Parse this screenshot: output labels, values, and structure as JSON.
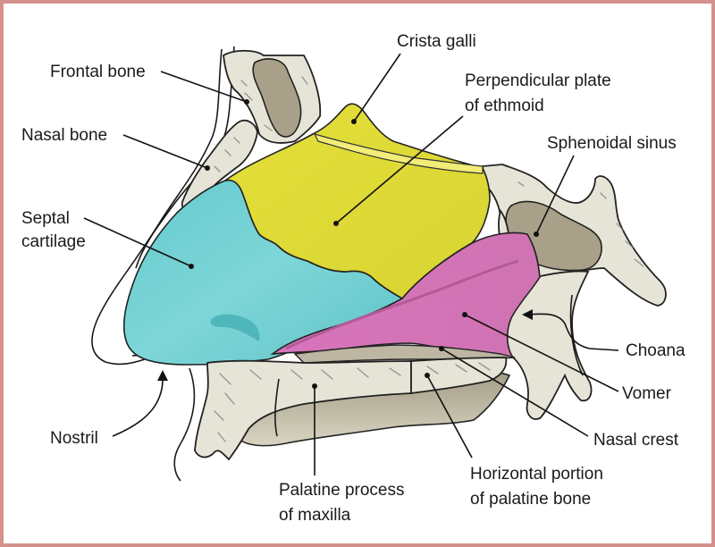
{
  "colors": {
    "frame_border": "#d4908a",
    "septal_cartilage": "#6ecfd2",
    "perpendicular_plate": "#e0dc3c",
    "vomer": "#d67ab8",
    "bone": "#e6e4d6",
    "bone_shadow": "#bdb6a2",
    "sinus_cavity": "#a9a08a"
  },
  "labels": {
    "frontal_bone": "Frontal bone",
    "nasal_bone": "Nasal bone",
    "septal_cartilage_line1": "Septal",
    "septal_cartilage_line2": "cartilage",
    "crista_galli": "Crista galli",
    "perpendicular_plate_line1": "Perpendicular plate",
    "perpendicular_plate_line2": "of ethmoid",
    "sphenoidal_sinus": "Sphenoidal sinus",
    "choana": "Choana",
    "vomer": "Vomer",
    "nasal_crest": "Nasal crest",
    "horizontal_portion_line1": "Horizontal portion",
    "horizontal_portion_line2": "of palatine bone",
    "palatine_process_line1": "Palatine process",
    "palatine_process_line2": "of maxilla",
    "nostril": "Nostril"
  }
}
